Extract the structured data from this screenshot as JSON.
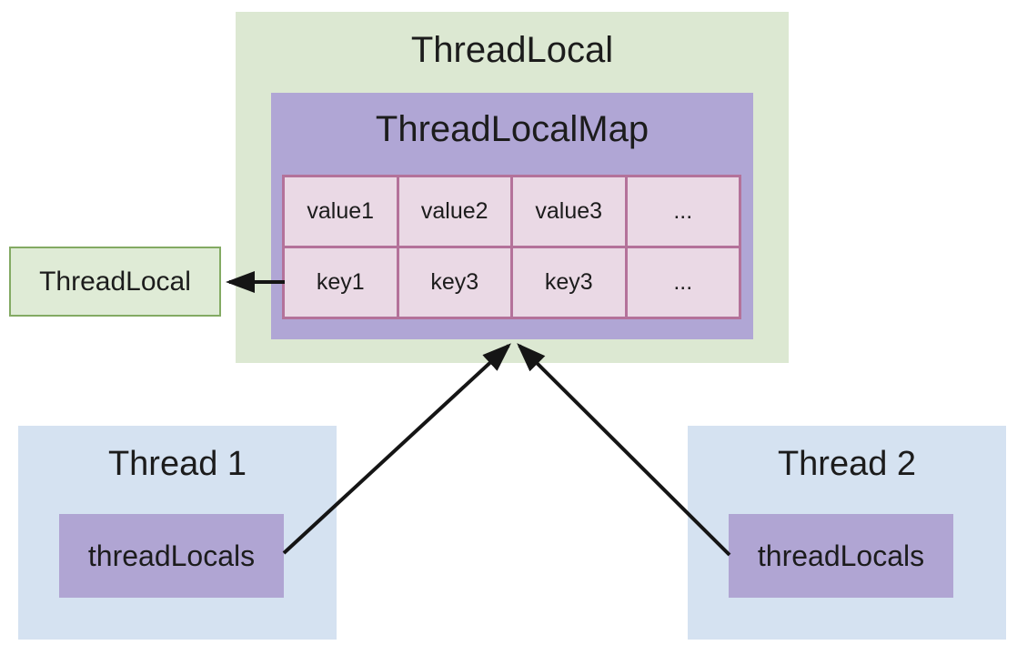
{
  "diagram": {
    "outer": {
      "title": "ThreadLocal"
    },
    "map": {
      "title": "ThreadLocalMap"
    },
    "table": {
      "rows": [
        [
          "value1",
          "value2",
          "value3",
          "..."
        ],
        [
          "key1",
          "key3",
          "key3",
          "..."
        ]
      ]
    },
    "ref_box": {
      "label": "ThreadLocal"
    },
    "thread1": {
      "title": "Thread 1",
      "field": "threadLocals"
    },
    "thread2": {
      "title": "Thread 2",
      "field": "threadLocals"
    },
    "colors": {
      "outer_green_fill": "#dce8d2",
      "map_purple_fill": "#b0a6d5",
      "cell_pink_fill": "#ead9e5",
      "cell_border_rose": "#b4729a",
      "ref_green_fill": "#dfebd6",
      "ref_green_border": "#83aa63",
      "thread_blue_fill": "#d5e2f1",
      "field_purple_fill": "#b0a5d3",
      "arrow_black": "#151515",
      "text_color": "#1c1c1c"
    }
  }
}
